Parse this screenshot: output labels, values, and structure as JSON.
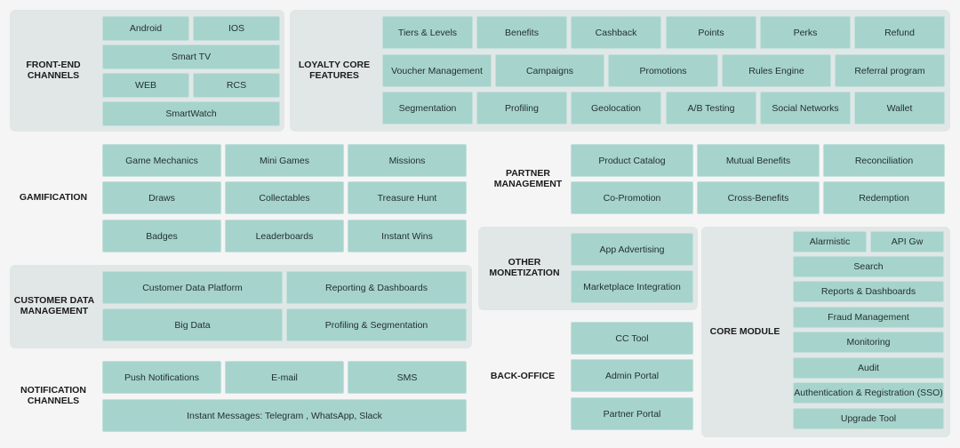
{
  "sections": {
    "frontend": {
      "title": "FRONT-END\nCHANNELS",
      "items": [
        "Android",
        "IOS",
        "Smart TV",
        "WEB",
        "RCS",
        "SmartWatch"
      ]
    },
    "loyalty": {
      "title": "LOYALTY CORE\nFEATURES",
      "items": [
        "Tiers & Levels",
        "Benefits",
        "Cashback",
        "Points",
        "Perks",
        "Refund",
        "Voucher Management",
        "Campaigns",
        "Promotions",
        "Rules Engine",
        "Referral program",
        "Segmentation",
        "Profiling",
        "Geolocation",
        "A/B Testing",
        "Social Networks",
        "Wallet"
      ]
    },
    "gamification": {
      "title": "GAMIFICATION",
      "items": [
        "Game Mechanics",
        "Mini Games",
        "Missions",
        "Draws",
        "Collectables",
        "Treasure Hunt",
        "Badges",
        "Leaderboards",
        "Instant Wins"
      ]
    },
    "partner": {
      "title": "PARTNER\nMANAGEMENT",
      "items": [
        "Product Catalog",
        "Mutual Benefits",
        "Reconciliation",
        "Co-Promotion",
        "Cross-Benefits",
        "Redemption"
      ]
    },
    "monetization": {
      "title": "OTHER\nMONETIZATION",
      "items": [
        "App Advertising",
        "Marketplace Integration"
      ]
    },
    "customer": {
      "title": "CUSTOMER DATA\nMANAGEMENT",
      "items": [
        "Customer Data Platform",
        "Reporting & Dashboards",
        "Big Data",
        "Profiling & Segmentation"
      ]
    },
    "core": {
      "title": "CORE MODULE",
      "items": [
        "Alarmistic",
        "API Gw",
        "Search",
        "Reports & Dashboards",
        "Fraud Management",
        "Monitoring",
        "Audit",
        "Authentication & Registration (SSO)",
        "Upgrade Tool"
      ]
    },
    "notification": {
      "title": "NOTIFICATION\nCHANNELS",
      "items": [
        "Push Notifications",
        "E-mail",
        "SMS",
        "Instant Messages: Telegram , WhatsApp, Slack"
      ]
    },
    "backoffice": {
      "title": "BACK-OFFICE",
      "items": [
        "CC Tool",
        "Admin Portal",
        "Partner Portal"
      ]
    }
  },
  "colors": {
    "box": "#a7d3cd",
    "panel": "#e1e7e6",
    "background": "#f5f5f5"
  }
}
